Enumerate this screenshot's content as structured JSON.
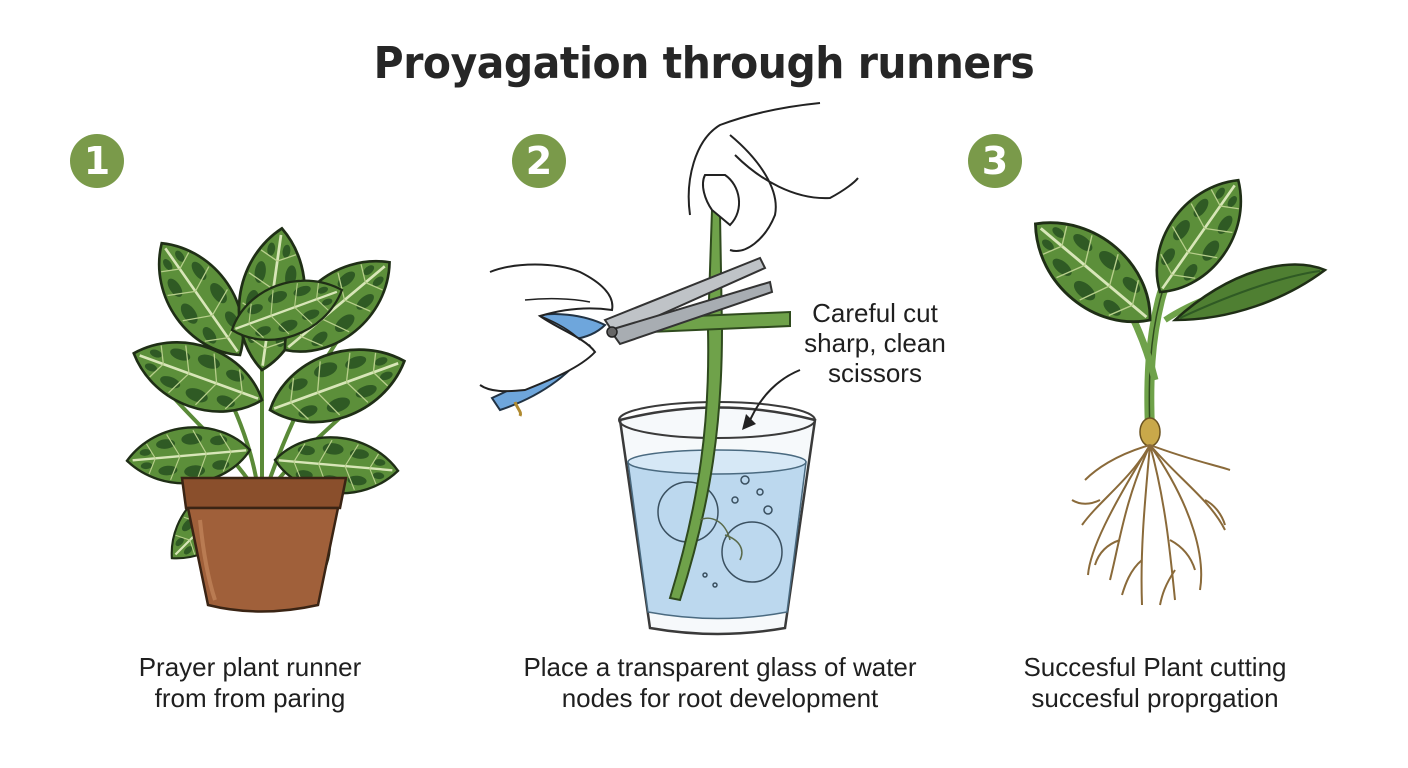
{
  "title": "Proyagation through runners",
  "colors": {
    "badge": "#7a9a4a",
    "leaf": "#5c8f3a",
    "leaf_dark": "#2f5a24",
    "pot": "#a0603a",
    "water": "#bcd8ee",
    "stem": "#6fa24a",
    "root": "#8a6a3a"
  },
  "steps": [
    {
      "number": "1",
      "caption_lines": [
        "Prayer plant runner",
        "from from paring"
      ]
    },
    {
      "number": "2",
      "caption_lines": [
        "Place a transparent glass of water",
        "nodes for root development"
      ],
      "callout_lines": [
        "Careful cut",
        "sharp, clean",
        "scissors"
      ]
    },
    {
      "number": "3",
      "caption_lines": [
        "Succesful Plant cutting",
        "succesful proprgation"
      ]
    }
  ]
}
